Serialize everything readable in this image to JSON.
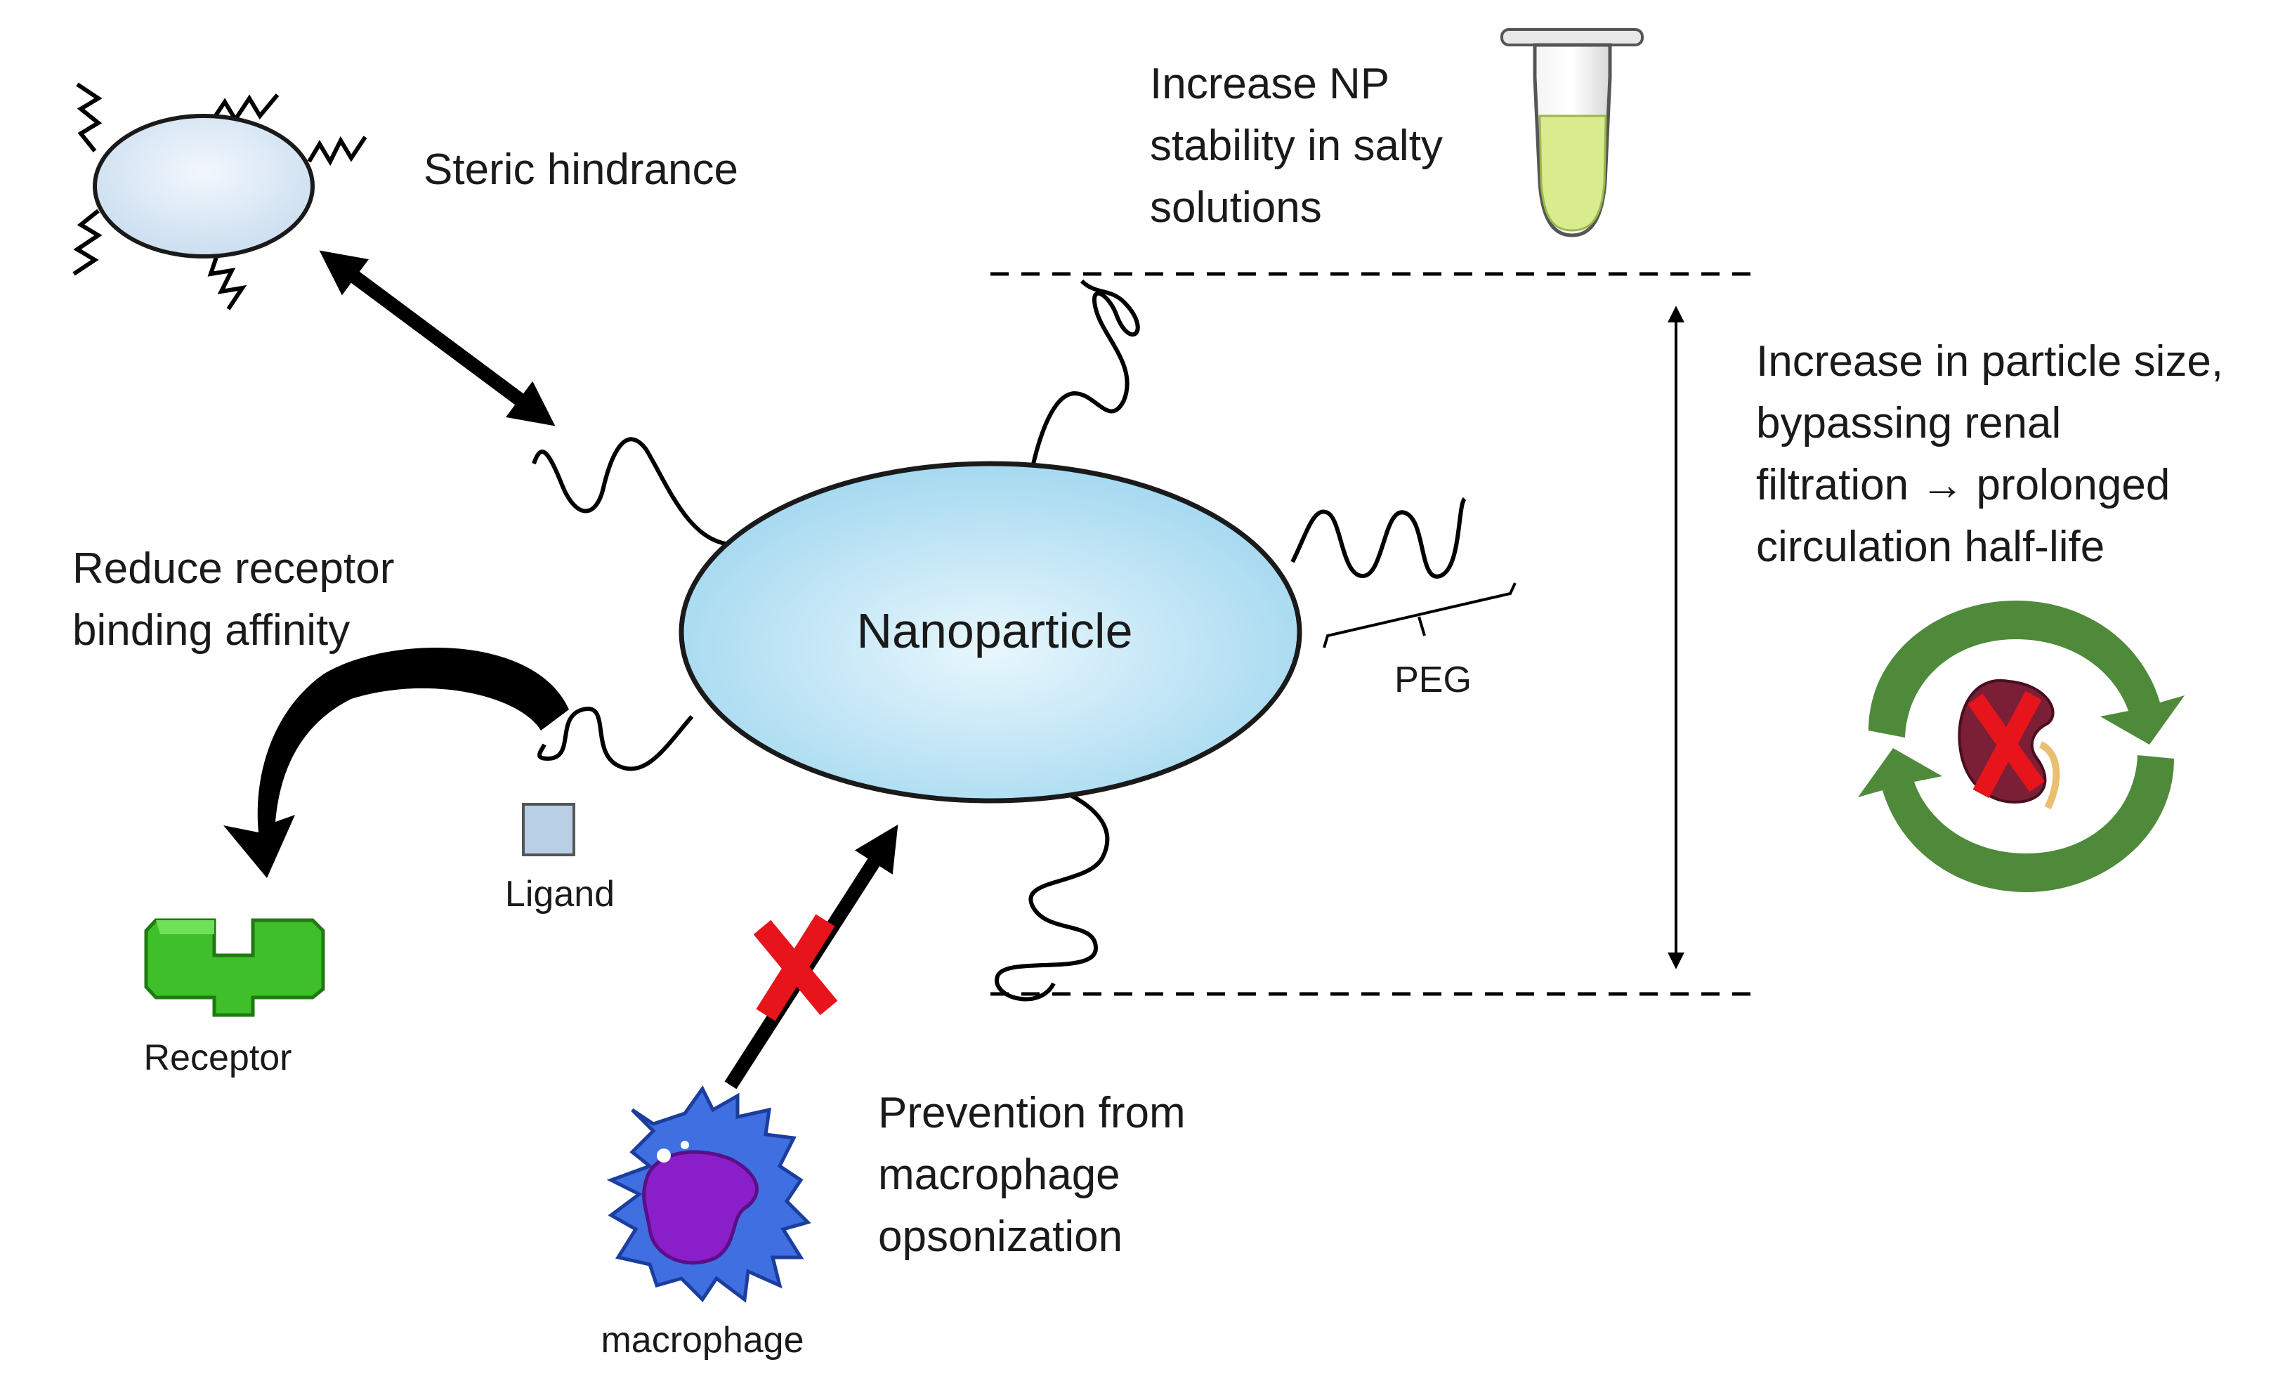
{
  "labels": {
    "steric": "Steric hindrance",
    "stability": [
      "Increase NP",
      "stability in salty",
      "solutions"
    ],
    "receptor_affinity": [
      "Reduce receptor",
      "binding affinity"
    ],
    "nanoparticle": "Nanoparticle",
    "peg": "PEG",
    "ligand": "Ligand",
    "receptor": "Receptor",
    "macrophage": "macrophage",
    "opsonization": [
      "Prevention from",
      "macrophage",
      "opsonization"
    ],
    "size": [
      "Increase in particle size,",
      "bypassing renal",
      "filtration → prolonged",
      "circulation half-life"
    ]
  },
  "colors": {
    "nanoparticle_fill": "#bfe6f7",
    "cross": "#e8141c",
    "recycle_arrow": "#4e8a3a",
    "receptor": "#3fbf2a",
    "macrophage_body": "#3f6fe0",
    "macrophage_nucleus": "#8a1ec8",
    "kidney": "#7a1f35",
    "tube_liquid": "#d8ec8e"
  }
}
